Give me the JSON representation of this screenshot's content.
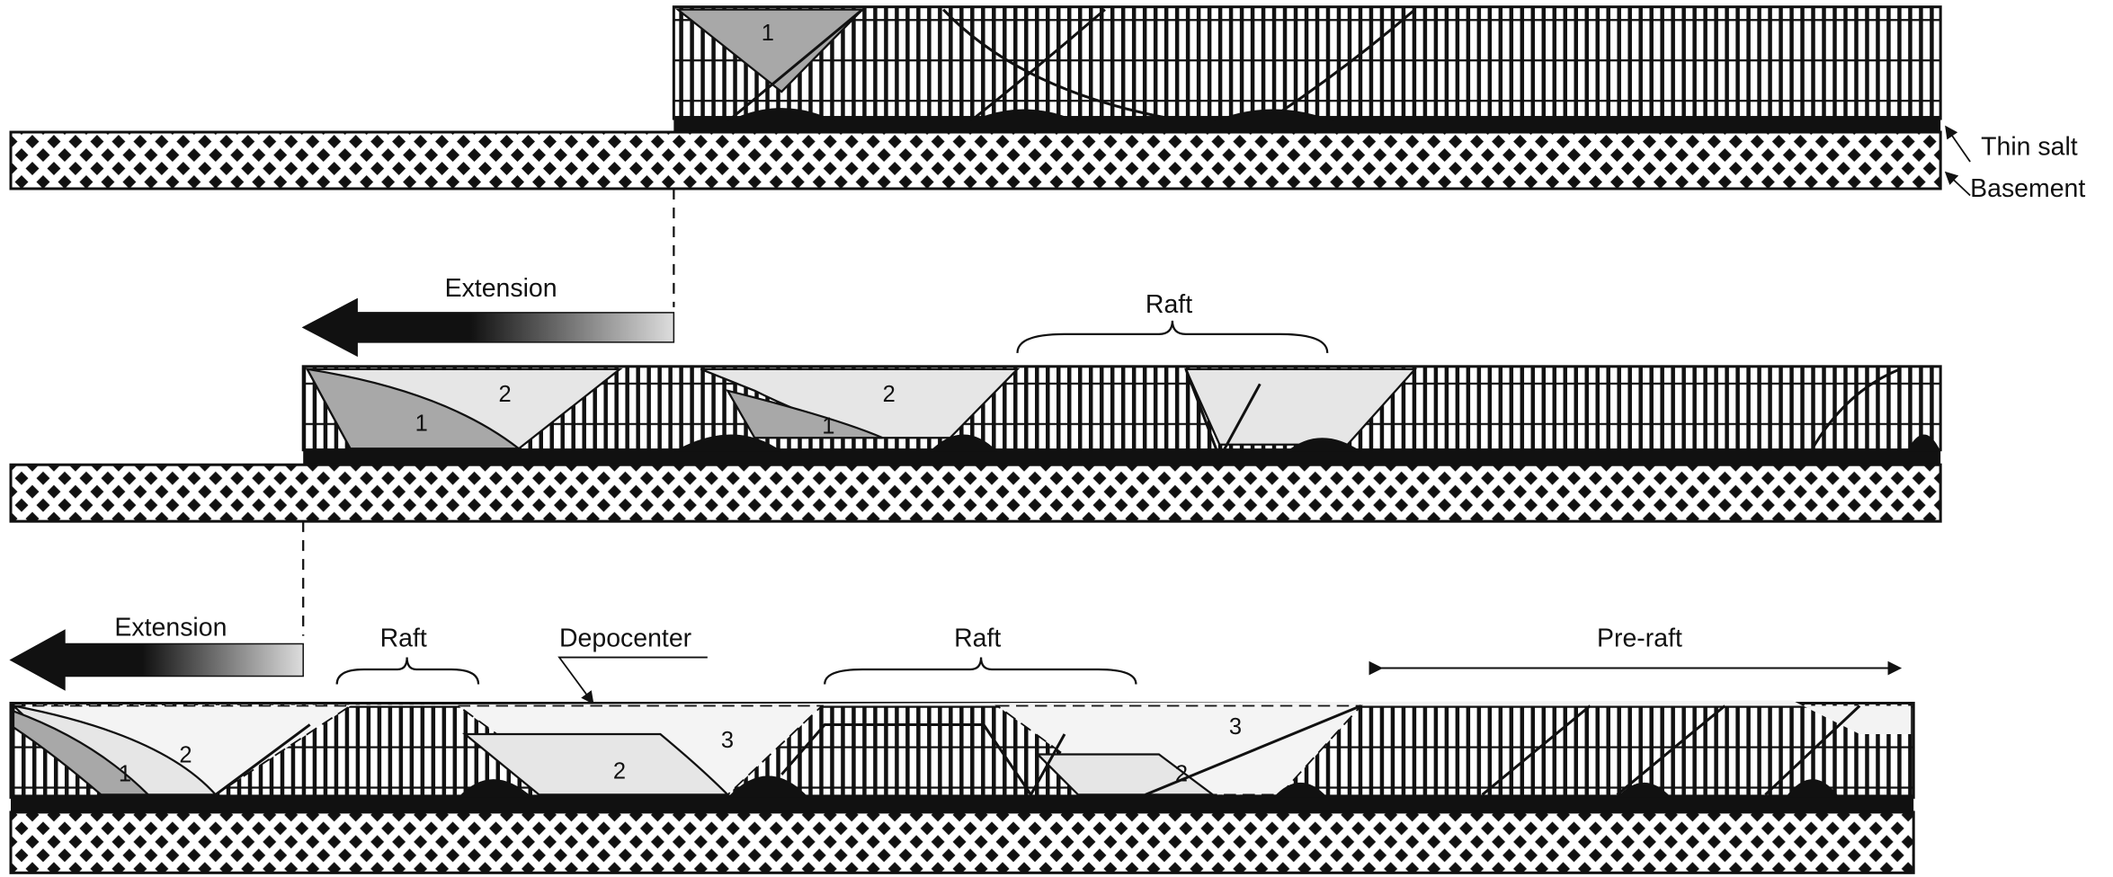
{
  "labels": {
    "thin_salt": "Thin salt",
    "basement": "Basement",
    "extension": "Extension",
    "raft": "Raft",
    "depocenter": "Depocenter",
    "pre_raft": "Pre-raft"
  },
  "stage_numbers": {
    "one": "1",
    "two": "2",
    "three": "3"
  },
  "colors": {
    "ink": "#111111",
    "light_fill": "#e6e6e6",
    "dark_fill": "#a8a8a8",
    "background": "#ffffff"
  }
}
